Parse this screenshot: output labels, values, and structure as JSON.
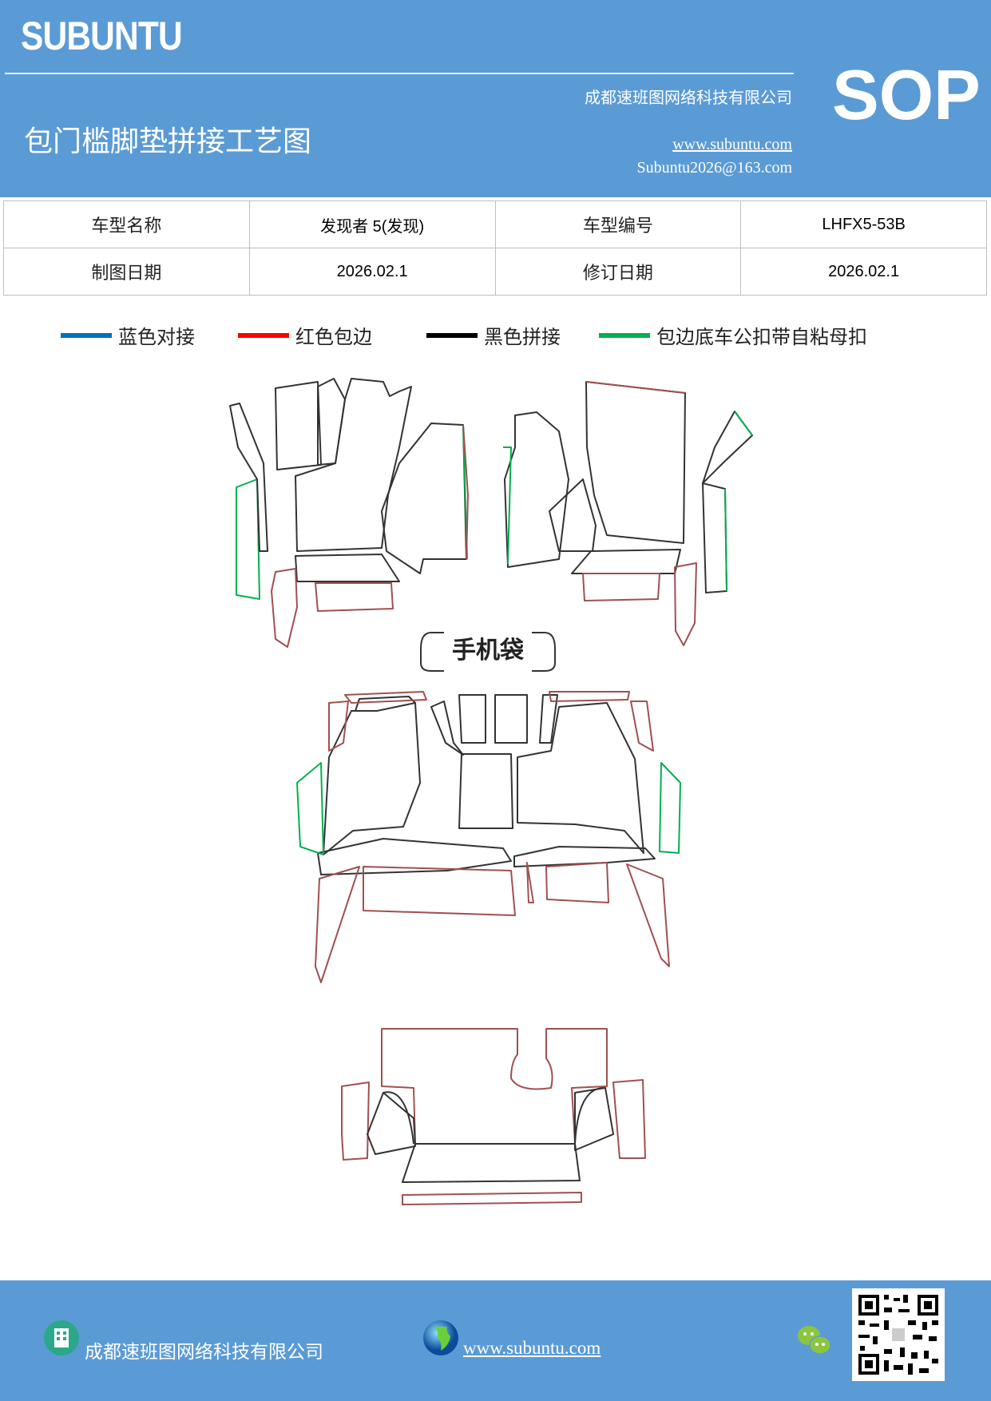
{
  "header": {
    "brand": "SUBUNTU",
    "company": "成都速班图网络科技有限公司",
    "sop": "SOP",
    "title": "包门槛脚垫拼接工艺图",
    "website": "www.subuntu.com",
    "email": "Subuntu2026@163.com",
    "background_color": "#5b9bd5"
  },
  "info_table": {
    "rows": [
      [
        "车型名称",
        "发现者 5(发现)",
        "车型编号",
        "LHFX5-53B"
      ],
      [
        "制图日期",
        "2026.02.1",
        "修订日期",
        "2026.02.1"
      ]
    ]
  },
  "legend": [
    {
      "label": "蓝色对接",
      "color": "#0070c0"
    },
    {
      "label": "红色包边",
      "color": "#ff0000"
    },
    {
      "label": "黑色拼接",
      "color": "#000000"
    },
    {
      "label": "包边底车公扣带自粘母扣",
      "color": "#00b050"
    }
  ],
  "diagram": {
    "phone_bag_label": "手机袋"
  },
  "footer": {
    "company": "成都速班图网络科技有限公司",
    "website": "www.subuntu.com",
    "icons": [
      "building-icon",
      "globe-icon",
      "wechat-icon",
      "qr-code"
    ]
  }
}
